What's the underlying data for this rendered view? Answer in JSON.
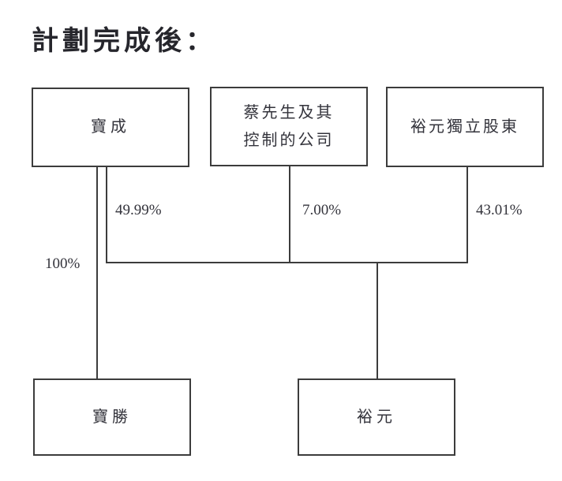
{
  "title": "計劃完成後：",
  "colors": {
    "line": "#3c3c3c",
    "text": "#33333b",
    "background": "#ffffff"
  },
  "nodes": {
    "pou_chen": {
      "label": "寶成"
    },
    "tsai_controlled": {
      "line1": "蔡先生及其",
      "line2": "控制的公司"
    },
    "yue_yuen_independent_shareholders": {
      "label": "裕元獨立股東"
    },
    "pou_sheng": {
      "label": "寶勝"
    },
    "yue_yuen": {
      "label": "裕元"
    }
  },
  "ownership_labels": {
    "pou_chen_to_pou_sheng": "100%",
    "pou_chen_to_yue_yuen": "49.99%",
    "tsai_to_yue_yuen": "7.00%",
    "independent_to_yue_yuen": "43.01%"
  },
  "edges": [
    {
      "from": "寶成",
      "to": "寶勝",
      "label": "100%"
    },
    {
      "from": "寶成",
      "to": "裕元",
      "label": "49.99%"
    },
    {
      "from": "蔡先生及其控制的公司",
      "to": "裕元",
      "label": "7.00%"
    },
    {
      "from": "裕元獨立股東",
      "to": "裕元",
      "label": "43.01%"
    }
  ]
}
